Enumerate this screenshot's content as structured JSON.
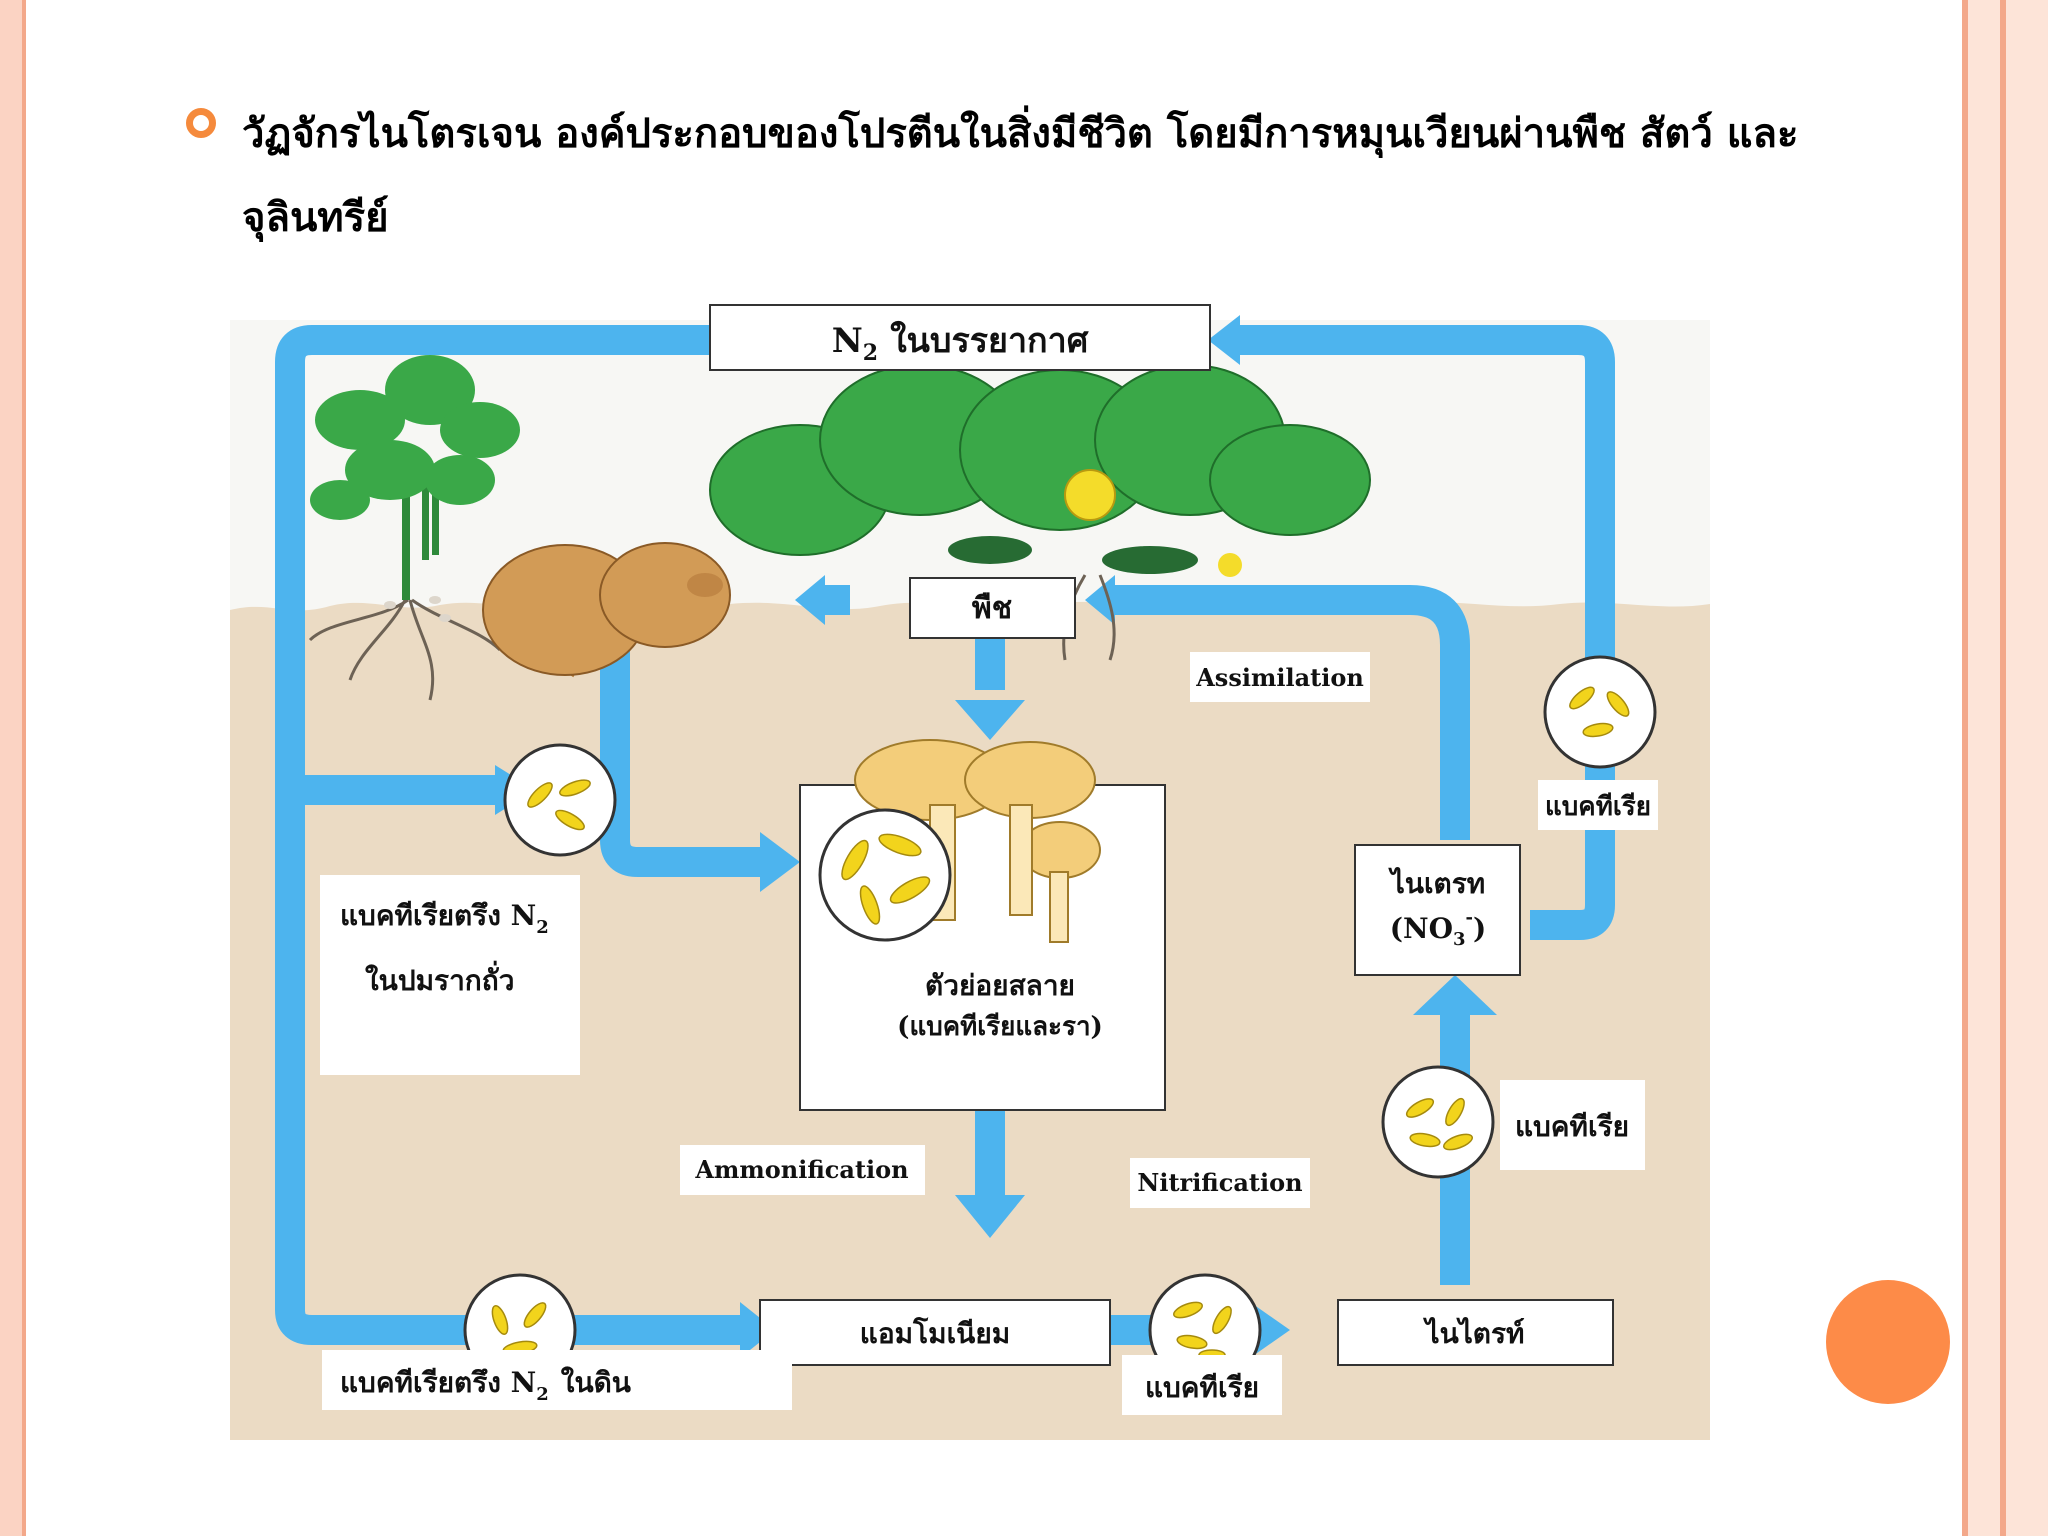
{
  "slide": {
    "bullet_text": "วัฏจักรไนโตรเจน องค์ประกอบของโปรตีนในสิ่งมีชีวิต โดยมีการหมุนเวียนผ่านพืช สัตว์ และจุลินทรีย์"
  },
  "diagram": {
    "atmosphere_n2": "N",
    "atmosphere_sub": "2",
    "atmosphere_label": "ในบรรยากาศ",
    "plants": "พืช",
    "assimilation": "Assimilation",
    "bacteria_top_right": "แบคทีเรีย",
    "nitrate_label": "ไนเตรท",
    "nitrate_formula": "(NO",
    "nitrate_sub": "3",
    "nitrate_sup": "-",
    "nitrate_close": ")",
    "decomposer_label": "ตัวย่อยสลาย",
    "decomposer_sub": "(แบคทีเรียและรา)",
    "legume_bacteria_1": "แบคทีเรียตรึง N",
    "legume_bacteria_sub": "2",
    "legume_bacteria_2": "ในปมรากถั่ว",
    "ammonification": "Ammonification",
    "nitrification": "Nitrification",
    "bacteria_mid_right": "แบคทีเรีย",
    "ammonium": "แอมโมเนียม",
    "nitrite": "ไนไตรท์",
    "bacteria_bottom": "แบคทีเรีย",
    "soil_bacteria_1": "แบคทีเรียตรึง N",
    "soil_bacteria_sub": "2",
    "soil_bacteria_2": "ในดิน"
  },
  "colors": {
    "accent": "#f58a3c",
    "arrow": "#4db4ee",
    "soil": "#ebdbc4",
    "leaf": "#3aa848",
    "animal": "#d29b56",
    "mushroom": "#f3cd7a",
    "bacteria": "#f2d41c"
  }
}
